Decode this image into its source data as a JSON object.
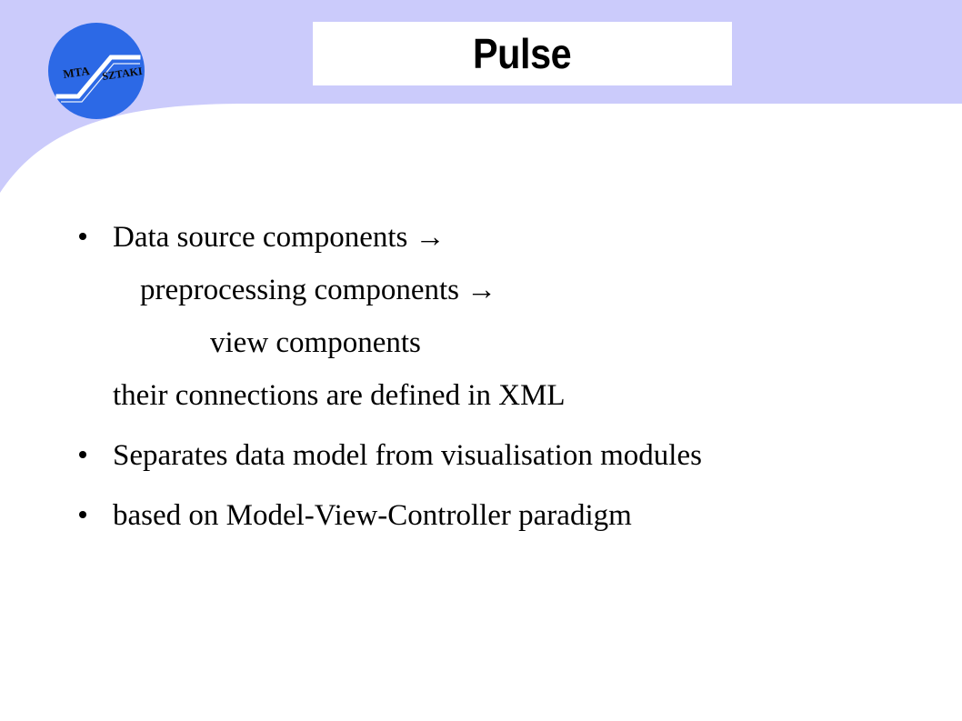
{
  "colors": {
    "header_lavender": "#cbcbfb",
    "logo_blue": "#2c69e6",
    "logo_text": "#0a0a0a"
  },
  "logo": {
    "left_text": "MTA",
    "right_text": "SZTAKI"
  },
  "title": "Pulse",
  "bullets": [
    {
      "lines": [
        "Data source components →",
        "preprocessing components →",
        "view components",
        "their connections are defined in XML"
      ]
    },
    {
      "lines": [
        "Separates data model from visualisation modules"
      ]
    },
    {
      "lines": [
        "based on Model-View-Controller paradigm"
      ]
    }
  ]
}
